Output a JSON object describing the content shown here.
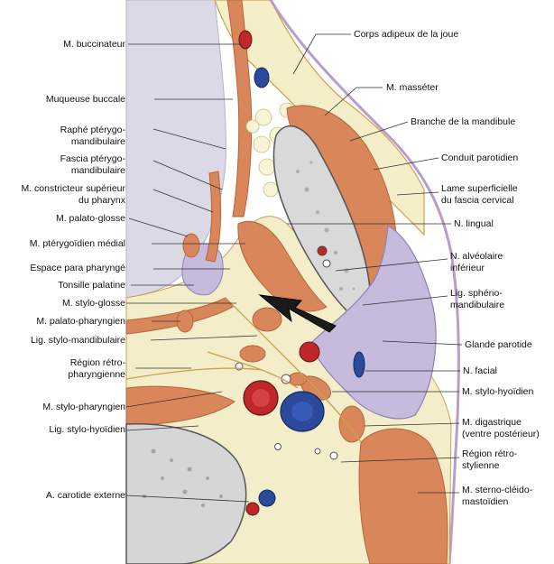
{
  "figure": {
    "colors": {
      "background": "#ffffff",
      "pharynx": "#d9d6e2",
      "fat": "#f1ecc2",
      "muscle": "#d9865a",
      "muscle_edge": "#c06a3a",
      "gland": "#c6bbdc",
      "artery": "#c0262a",
      "vein": "#2b4a9c",
      "bone": "#dcdcdc",
      "fascia": "#c9a24a",
      "arrow": "#1a1a1a"
    },
    "icons": {
      "approach_arrow": "arrow-icon"
    }
  },
  "labels_left": [
    {
      "id": "buccinateur",
      "lines": [
        "M. buccinateur"
      ]
    },
    {
      "id": "muqueuse",
      "lines": [
        "Muqueuse buccale"
      ]
    },
    {
      "id": "raphe",
      "lines": [
        "Raphé ptérygo-",
        "mandibulaire"
      ]
    },
    {
      "id": "fascia-pterygo",
      "lines": [
        "Fascia ptérygo-",
        "mandibulaire"
      ]
    },
    {
      "id": "constricteur",
      "lines": [
        "M. constricteur supérieur",
        "du pharynx"
      ]
    },
    {
      "id": "palato-glosse",
      "lines": [
        "M. palato-glosse"
      ]
    },
    {
      "id": "pterygoidien",
      "lines": [
        "M. ptérygoïdien médial"
      ]
    },
    {
      "id": "espace-para",
      "lines": [
        "Espace para pharyngé"
      ]
    },
    {
      "id": "tonsille",
      "lines": [
        "Tonsille palatine"
      ]
    },
    {
      "id": "stylo-glosse",
      "lines": [
        "M. stylo-glosse"
      ]
    },
    {
      "id": "palato-pharyngien",
      "lines": [
        "M. palato-pharyngien"
      ]
    },
    {
      "id": "lig-stylo-mandib",
      "lines": [
        "Lig. stylo-mandibulaire"
      ]
    },
    {
      "id": "retro-pharyngienne",
      "lines": [
        "Région rétro-",
        "pharyngienne"
      ]
    },
    {
      "id": "stylo-pharyngien",
      "lines": [
        "M. stylo-pharyngien"
      ]
    },
    {
      "id": "lig-stylo-hyoidien",
      "lines": [
        "Lig. stylo-hyoïdien"
      ]
    },
    {
      "id": "carotide-externe",
      "lines": [
        "A. carotide externe"
      ]
    }
  ],
  "labels_right": [
    {
      "id": "corps-adipeux",
      "lines": [
        "Corps adipeux de la joue"
      ]
    },
    {
      "id": "masseter",
      "lines": [
        "M. masséter"
      ]
    },
    {
      "id": "mandibule",
      "lines": [
        "Branche de la mandibule"
      ]
    },
    {
      "id": "conduit-parotidien",
      "lines": [
        "Conduit parotidien"
      ]
    },
    {
      "id": "lame-superficielle",
      "lines": [
        "Lame superficielle",
        "du fascia cervical"
      ]
    },
    {
      "id": "n-lingual",
      "lines": [
        "N. lingual"
      ]
    },
    {
      "id": "n-alveolaire",
      "lines": [
        "N. alvéolaire",
        "inférieur"
      ]
    },
    {
      "id": "lig-spheno",
      "lines": [
        "Lig. sphéno-",
        "mandibulaire"
      ]
    },
    {
      "id": "glande-parotide",
      "lines": [
        "Glande parotide"
      ]
    },
    {
      "id": "n-facial",
      "lines": [
        "N. facial"
      ]
    },
    {
      "id": "stylo-hyoidien",
      "lines": [
        "M. stylo-hyoïdien"
      ]
    },
    {
      "id": "digastrique",
      "lines": [
        "M. digastrique",
        "(ventre postérieur)"
      ]
    },
    {
      "id": "retro-stylienne",
      "lines": [
        "Région rétro-",
        "stylienne"
      ]
    },
    {
      "id": "sterno",
      "lines": [
        "M. sterno-cléido-",
        "mastoïdien"
      ]
    }
  ]
}
